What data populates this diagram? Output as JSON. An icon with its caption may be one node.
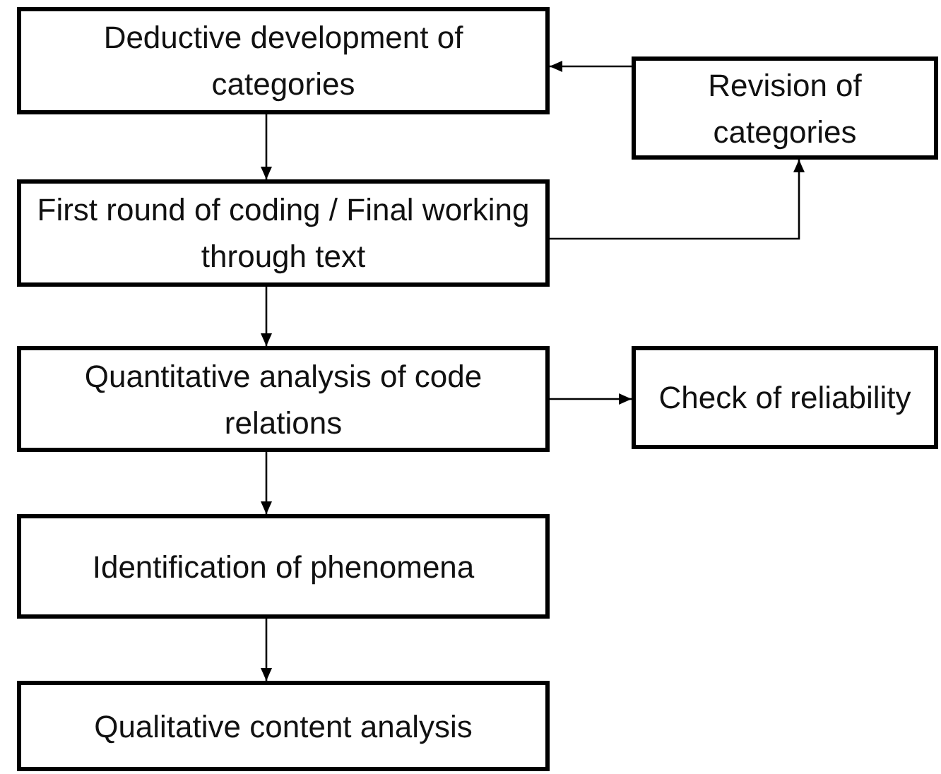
{
  "diagram": {
    "nodes": [
      {
        "text": [
          "Deductive development of categories"
        ]
      },
      {
        "text": [
          "Revision of categories"
        ]
      },
      {
        "text": [
          "First round of coding / Final working through text"
        ]
      },
      {
        "text": [
          "Quantitative analysis of code relations"
        ]
      },
      {
        "text": [
          "Check of reliability"
        ]
      },
      {
        "text": [
          "Identification of phenomena"
        ]
      },
      {
        "text": [
          "Qualitative content analysis"
        ]
      }
    ],
    "edges": [
      {
        "from": 0,
        "to": 2,
        "arrow": "to"
      },
      {
        "from": 2,
        "to": 1,
        "arrow": "to"
      },
      {
        "from": 1,
        "to": 0,
        "arrow": "to"
      },
      {
        "from": 2,
        "to": 3,
        "arrow": "to"
      },
      {
        "from": 3,
        "to": 4,
        "arrow": "to"
      },
      {
        "from": 3,
        "to": 5,
        "arrow": "to"
      },
      {
        "from": 5,
        "to": 6,
        "arrow": "to"
      }
    ]
  }
}
